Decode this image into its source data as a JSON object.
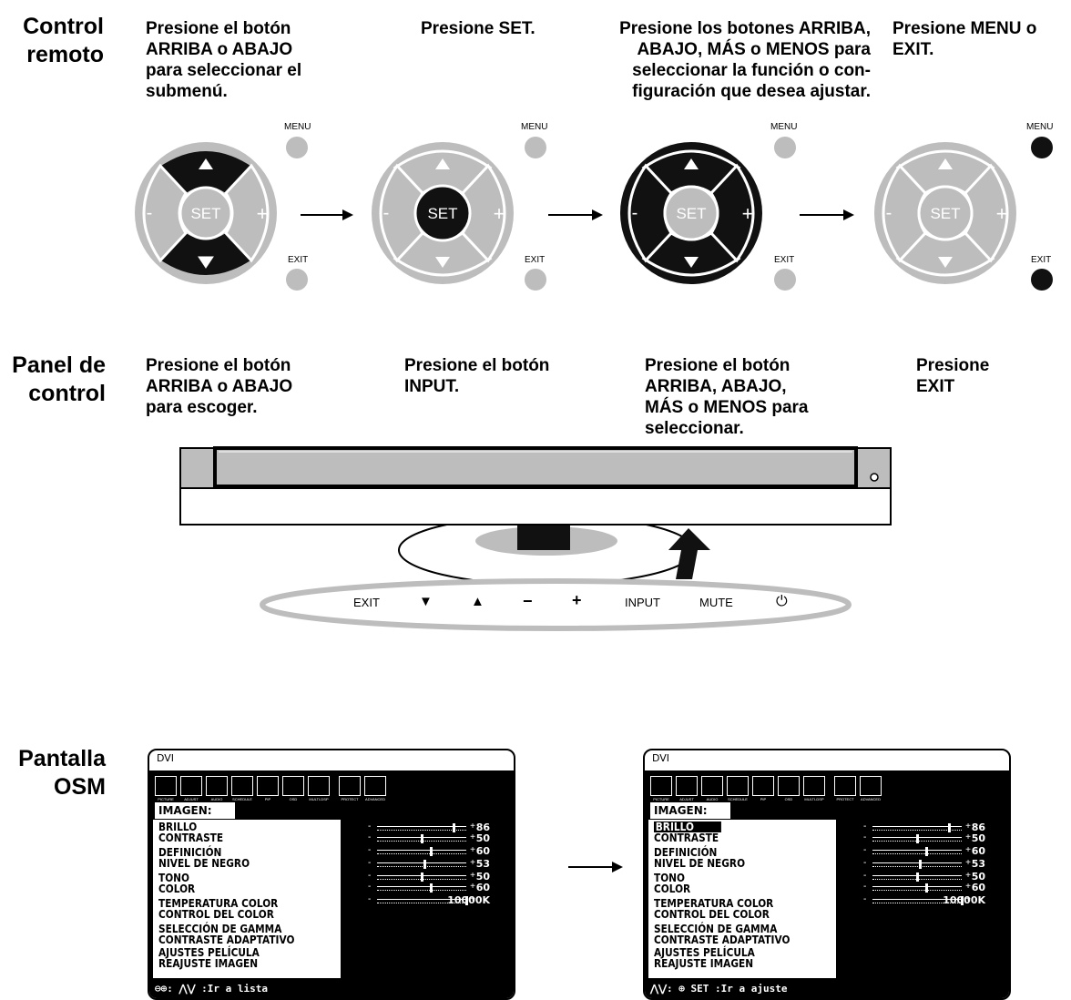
{
  "remote": {
    "header": "Control\nremoto",
    "step1": "Presione el botón\nARRIBA o ABAJO\npara seleccionar el\nsubmenú.",
    "step2a": "Presione SET.",
    "step2b": "Presione los botones ARRIBA,\nABAJO,  MÁS o MENOS para\nseleccionar la función o con-\nfiguración que desea ajustar.",
    "step3": "Presione MENU o\nEXIT.",
    "menu_label": "MENU",
    "exit_label": "EXIT",
    "set_label": "SET",
    "plus_label": "+",
    "minus_label": "-"
  },
  "panel": {
    "header": "Panel de\ncontrol",
    "step1": "Presione el botón\nARRIBA o ABAJO\npara escoger.",
    "step2": "Presione el botón\nINPUT.",
    "step3": "Presione el botón\nARRIBA, ABAJO,\nMÁS o MENOS para\nseleccionar.",
    "step4": "Presione\nEXIT",
    "buttons": [
      "EXIT",
      "▼",
      "▲",
      "−",
      "+",
      "INPUT",
      "MUTE",
      "⏻"
    ]
  },
  "osm": {
    "header": "Pantalla\nOSM",
    "input_name": "DVI",
    "section": "IMAGEN:",
    "icon_captions": [
      "PICTURE",
      "ADJUST",
      "AUDIO",
      "SCHEDULE",
      "PIP",
      "OSD",
      "MULTI-DSP",
      "PROTECT",
      "ADVANCED"
    ],
    "items": [
      "BRILLO",
      "CONTRASTE",
      "DEFINICIÓN",
      "NIVEL DE NEGRO",
      "TONO",
      "COLOR",
      "TEMPERATURA COLOR",
      "CONTROL DEL COLOR",
      "SELECCIÓN DE GAMMA",
      "CONTRASTE ADAPTATIVO",
      "AJUSTES PELÍCULA",
      "REAJUSTE IMAGEN"
    ],
    "values": [
      "86",
      "50",
      "60",
      "53",
      "50",
      "60",
      "10000K"
    ],
    "levels": [
      0.86,
      0.5,
      0.6,
      0.53,
      0.5,
      0.6,
      1.0
    ],
    "footer_left": "⊖⊕:  ⋀⋁ :Ir a lista",
    "footer_right": "⋀⋁:  ⊕ SET :Ir a ajuste"
  }
}
